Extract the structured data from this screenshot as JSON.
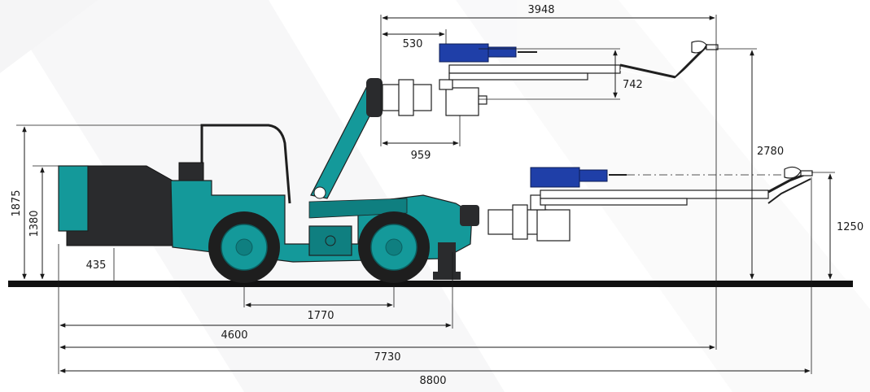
{
  "dimensions": {
    "total_length": "8800",
    "boom_reach_length": "7730",
    "machine_length": "4600",
    "wheelbase": "1770",
    "ground_clearance": "435",
    "cab_height": "1875",
    "body_height": "1380",
    "boom_reach_top": "3948",
    "upper_drill_offset": "530",
    "upper_drill_extension": "959",
    "drill_vertical_travel": "742",
    "max_drill_height": "2780",
    "lower_drill_height": "1250"
  },
  "colors": {
    "body_teal": "#14999a",
    "body_dark": "#0f7f80",
    "dark_block": "#2a2b2d",
    "drill_blue": "#1f3fa8",
    "tire": "#1e1e1e",
    "ground": "#111111"
  }
}
